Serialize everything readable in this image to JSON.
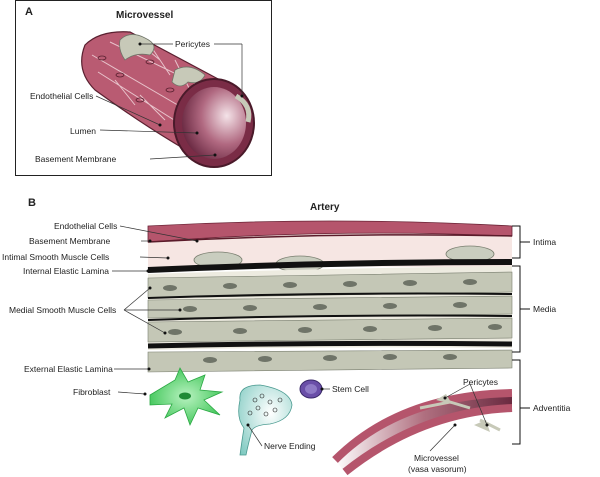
{
  "panelA": {
    "letter": "A",
    "title": "Microvessel",
    "labels": {
      "pericytes": "Pericytes",
      "endothelial": "Endothelial Cells",
      "lumen": "Lumen",
      "basement": "Basement Membrane"
    }
  },
  "panelB": {
    "letter": "B",
    "title": "Artery",
    "left_labels": {
      "endothelial": "Endothelial Cells",
      "basement": "Basement Membrane",
      "intimal_smc": "Intimal Smooth Muscle Cells",
      "iel": "Internal Elastic Lamina",
      "medial_smc": "Medial Smooth Muscle Cells",
      "eel": "External Elastic Lamina",
      "fibroblast": "Fibroblast",
      "stem_cell": "Stem Cell",
      "nerve": "Nerve Ending",
      "pericytes": "Pericytes",
      "microvessel_1": "Microvessel",
      "microvessel_2": "(vasa vasorum)"
    },
    "layers": {
      "intima": "Intima",
      "media": "Media",
      "adventitia": "Adventitia"
    }
  },
  "colors": {
    "endothelium": "#b5556c",
    "smooth_muscle": "#c9cdbf",
    "nucleus": "#6f7468",
    "lamina": "#111111",
    "fibroblast": "#3fcf5a",
    "stem_cell": "#6a4fa8",
    "nerve": "#7ec9c0"
  }
}
